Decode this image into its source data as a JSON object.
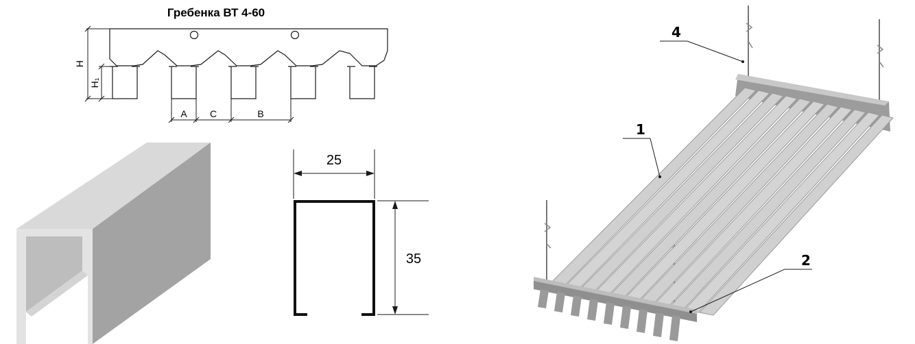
{
  "comb_drawing": {
    "title": "Гребенка ВТ 4-60",
    "dim_height": "H",
    "dim_subheight": "H₁",
    "dim_a": "A",
    "dim_c": "C",
    "dim_b": "B"
  },
  "profile_section": {
    "width_label": "25",
    "height_label": "35"
  },
  "assembly": {
    "callouts": [
      "1",
      "2",
      "4"
    ]
  },
  "colors": {
    "line": "#1a1a1a",
    "profile_light": "#d9d9d9",
    "profile_mid": "#bdbdbd",
    "profile_dark": "#a3a3a3",
    "slat": "#cfcfcf"
  }
}
